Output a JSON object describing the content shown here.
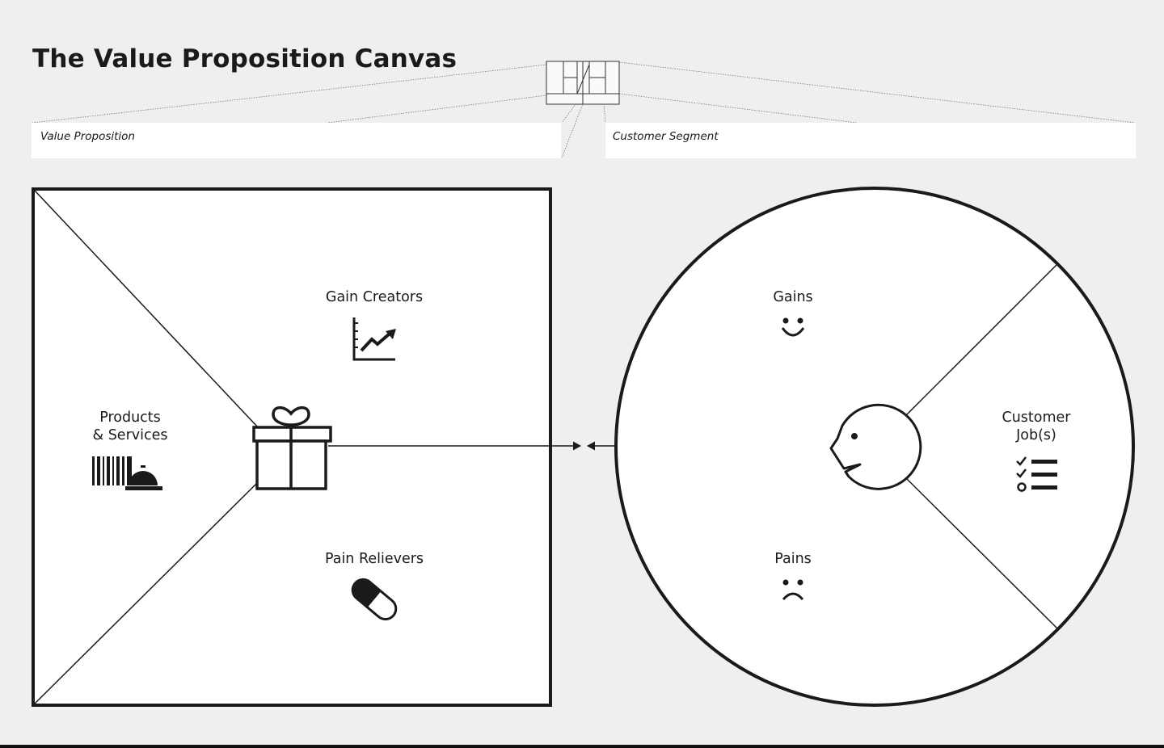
{
  "header": {
    "title": "The Value Proposition Canvas"
  },
  "fields": {
    "value_proposition_label": "Value Proposition",
    "customer_segment_label": "Customer Segment"
  },
  "value_map": {
    "gain_creators": "Gain Creators",
    "products_line1": "Products",
    "products_line2": "& Services",
    "pain_relievers": "Pain Relievers"
  },
  "customer_profile": {
    "gains": "Gains",
    "jobs_line1": "Customer",
    "jobs_line2": "Job(s)",
    "pains": "Pains"
  },
  "icons": {
    "products": "barcode-and-service-bell-icon",
    "gain_creators": "rising-chart-icon",
    "pain_relievers": "pill-icon",
    "center_value": "gift-icon",
    "gains": "smile-icon",
    "pains": "frown-icon",
    "jobs": "checklist-icon",
    "customer": "customer-face-icon",
    "thumbnail": "canvas-thumbnail-icon"
  },
  "colors": {
    "background": "#efefef",
    "ink": "#1a1a1a",
    "panel": "#ffffff"
  }
}
